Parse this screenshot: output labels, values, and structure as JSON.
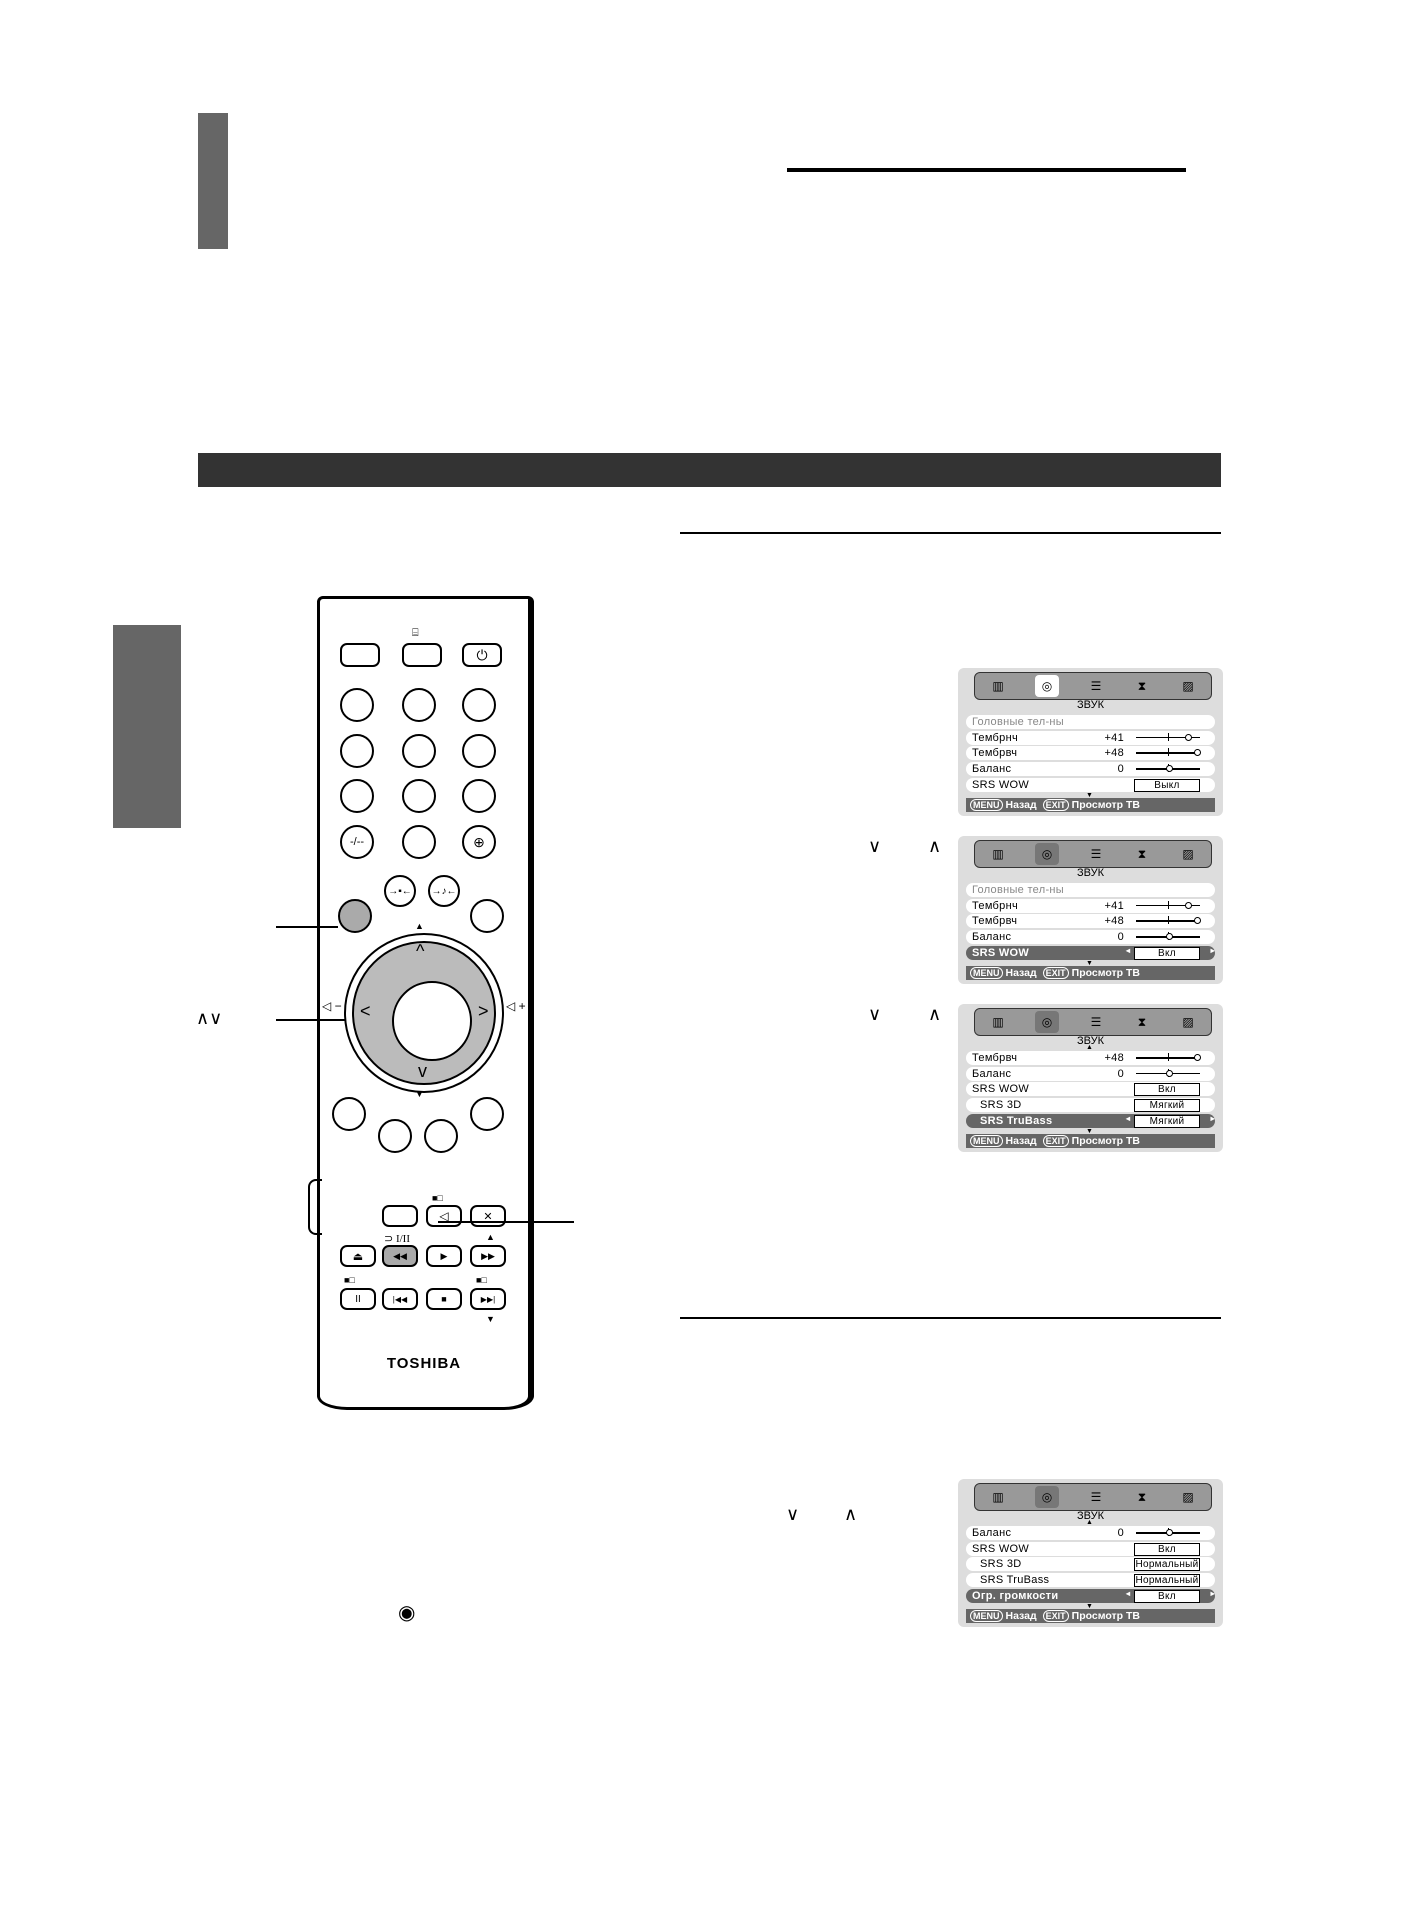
{
  "page": {
    "decor": {
      "side_tab_top": "#666666",
      "side_tab_mid": "#666666",
      "section_bar": "#333333"
    }
  },
  "remote": {
    "brand": "TOSHIBA",
    "top_row": [
      {
        "id": "blank-left",
        "label": ""
      },
      {
        "id": "text",
        "label": "",
        "above": "⌸"
      },
      {
        "id": "power",
        "label": "⏻"
      }
    ],
    "number_rows": [
      [
        "",
        "",
        ""
      ],
      [
        "",
        "",
        ""
      ],
      [
        "",
        "",
        ""
      ],
      [
        "-/--",
        "",
        "⊕"
      ]
    ],
    "picture_preset": "→▪←",
    "sound_preset": "→♪←",
    "vol_minus": "◁ −",
    "vol_plus": "◁ +",
    "arrow_up": "^",
    "arrow_down": "v",
    "arrow_left": "<",
    "arrow_right": ">",
    "dual_label": "⊃ I/II",
    "transport": [
      "⏏",
      "◀◀",
      "▶",
      "▶▶",
      "II",
      "|◀◀",
      "■",
      "▶▶|"
    ],
    "mute": "🔇",
    "speaker": "◁"
  },
  "annotations": {
    "updown_label": "∧∨",
    "step1_keys": {
      "down": "∨",
      "up": "∧"
    },
    "step2_keys": {
      "down": "∨",
      "up": "∧"
    },
    "step3_keys": {
      "down": "∨",
      "up": "∧"
    },
    "eye_symbol": "◉"
  },
  "menus": [
    {
      "title": "ЗВУК",
      "rows": [
        {
          "label": "Головные тел-ны",
          "state": "dim"
        },
        {
          "label": "Тембрнч",
          "value": "+41",
          "slider": 0.82
        },
        {
          "label": "Тембрвч",
          "value": "+48",
          "slider": 0.96
        },
        {
          "label": "Баланс",
          "value": "0",
          "slider": 0.5
        },
        {
          "label": "SRS WOW",
          "box": "Выкл"
        }
      ],
      "footer": {
        "menu_key": "MENU",
        "back": "Назад",
        "exit_key": "EXIT",
        "watch": "Просмотр ТВ"
      }
    },
    {
      "title": "ЗВУК",
      "rows": [
        {
          "label": "Головные тел-ны",
          "state": "dim"
        },
        {
          "label": "Тембрнч",
          "value": "+41",
          "slider": 0.82
        },
        {
          "label": "Тембрвч",
          "value": "+48",
          "slider": 0.96
        },
        {
          "label": "Баланс",
          "value": "0",
          "slider": 0.5
        },
        {
          "label": "SRS WOW",
          "box": "Вкл",
          "state": "selected"
        }
      ],
      "footer": {
        "menu_key": "MENU",
        "back": "Назад",
        "exit_key": "EXIT",
        "watch": "Просмотр ТВ"
      }
    },
    {
      "title": "ЗВУК",
      "rows": [
        {
          "label": "Тембрвч",
          "value": "+48",
          "slider": 0.96
        },
        {
          "label": "Баланс",
          "value": "0",
          "slider": 0.5
        },
        {
          "label": "SRS WOW",
          "box": "Вкл"
        },
        {
          "label": "SRS 3D",
          "box": "Мягкий",
          "indent": true
        },
        {
          "label": "SRS TruBass",
          "box": "Мягкий",
          "indent": true,
          "state": "selected"
        }
      ],
      "footer": {
        "menu_key": "MENU",
        "back": "Назад",
        "exit_key": "EXIT",
        "watch": "Просмотр ТВ"
      }
    },
    {
      "title": "ЗВУК",
      "rows": [
        {
          "label": "Баланс",
          "value": "0",
          "slider": 0.5
        },
        {
          "label": "SRS WOW",
          "box": "Вкл"
        },
        {
          "label": "SRS 3D",
          "box": "Нормальный",
          "indent": true
        },
        {
          "label": "SRS TruBass",
          "box": "Нормальный",
          "indent": true
        },
        {
          "label": "Огр. громкости",
          "box": "Вкл",
          "state": "selected"
        }
      ],
      "footer": {
        "menu_key": "MENU",
        "back": "Назад",
        "exit_key": "EXIT",
        "watch": "Просмотр ТВ"
      }
    }
  ],
  "menu_icons": [
    "picture-icon",
    "sound-icon",
    "features-icon",
    "timer-icon",
    "setup-icon"
  ]
}
